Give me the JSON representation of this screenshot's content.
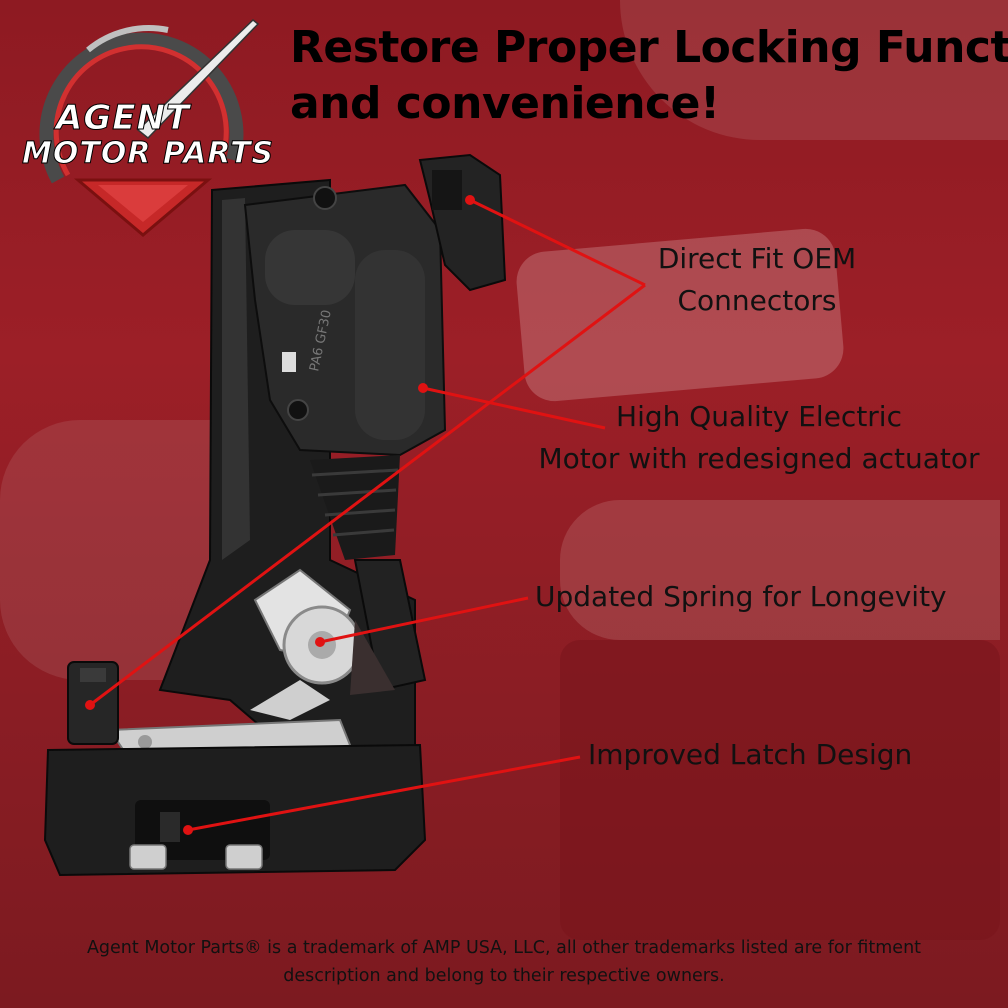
{
  "logo": {
    "line1": "AGENT",
    "line2": "MOTOR PARTS"
  },
  "headline": {
    "line1": "Restore Proper Locking Function",
    "line2": "and convenience!"
  },
  "callouts": {
    "oem_line1": "Direct Fit OEM",
    "oem_line2": "Connectors",
    "motor_line1": "High Quality Electric",
    "motor_line2": "Motor with redesigned actuator",
    "spring": "Updated Spring for Longevity",
    "latch": "Improved Latch Design"
  },
  "part_marking": "PA6 GF30",
  "footer": {
    "line1": "Agent Motor Parts® is a trademark of AMP USA, LLC, all other trademarks listed are for fitment",
    "line2": "description and belong to their respective owners."
  },
  "colors": {
    "background": "#9c1f27",
    "callout_line": "#e01212",
    "part_body": "#1c1c1c",
    "text": "#111111"
  }
}
